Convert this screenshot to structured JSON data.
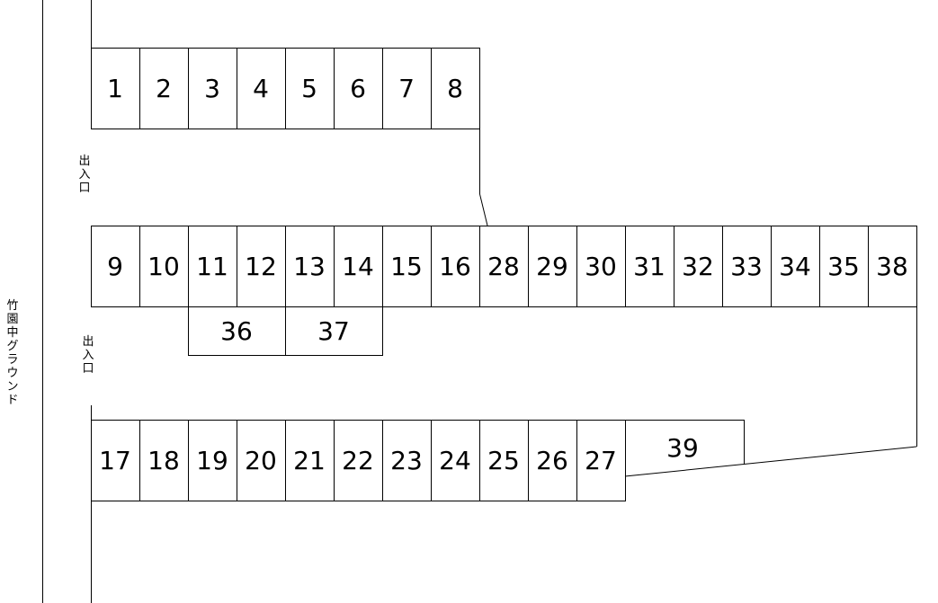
{
  "labels": {
    "entrance_upper": "出\n入\n口",
    "entrance_lower": "出\n入\n口",
    "ground": "竹\n園\n中\nグ\nラ\nウ\nン\nド"
  },
  "rows": {
    "top": [
      "1",
      "2",
      "3",
      "4",
      "5",
      "6",
      "7",
      "8"
    ],
    "middle": [
      "9",
      "10",
      "11",
      "12",
      "13",
      "14",
      "15",
      "16",
      "28",
      "29",
      "30",
      "31",
      "32",
      "33",
      "34",
      "35",
      "38"
    ],
    "middle_sub": [
      "36",
      "37"
    ],
    "bottom": [
      "17",
      "18",
      "19",
      "20",
      "21",
      "22",
      "23",
      "24",
      "25",
      "26",
      "27"
    ],
    "bottom_extra": [
      "39"
    ]
  },
  "colors": {
    "line": "#000000",
    "background": "#ffffff"
  }
}
